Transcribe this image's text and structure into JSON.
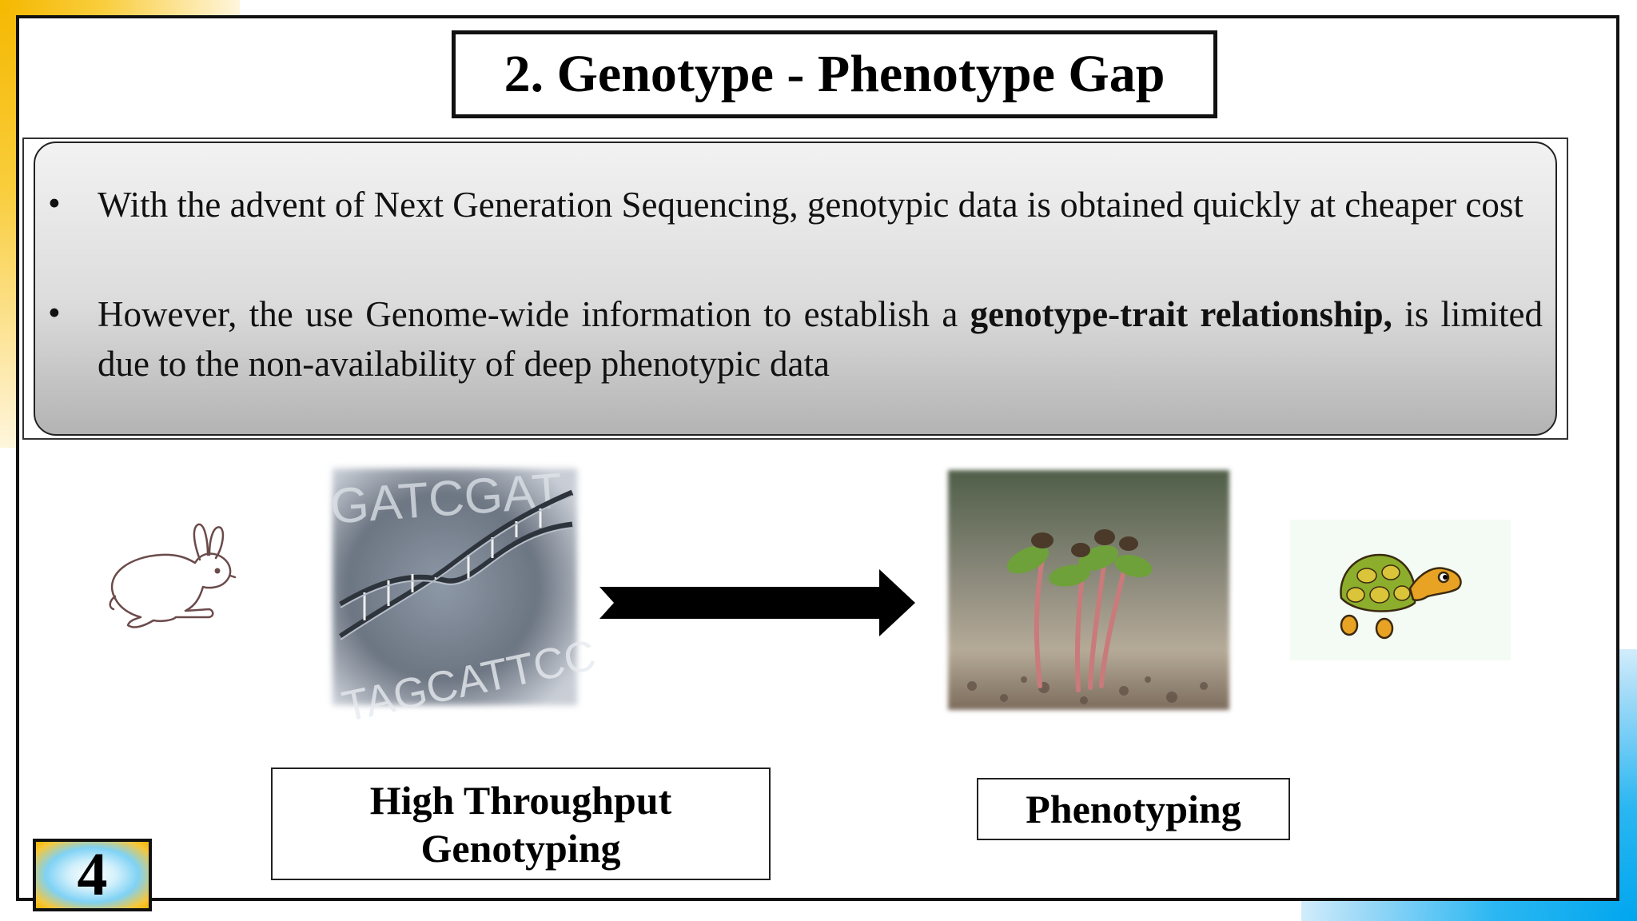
{
  "slide": {
    "title": "2. Genotype - Phenotype Gap",
    "bullets": [
      {
        "marker": "•",
        "text_before": "With the advent of Next Generation Sequencing, genotypic data is obtained quickly at cheaper cost",
        "bold": "",
        "text_after": ""
      },
      {
        "marker": "•",
        "text_before": "However, the use Genome-wide information to establish a ",
        "bold": "genotype-trait relationship,",
        "text_after": " is limited due to the non-availability of deep phenotypic data"
      }
    ],
    "labels": {
      "genotyping_line1": "High Throughput",
      "genotyping_line2": "Genotyping",
      "phenotyping": "Phenotyping"
    },
    "dna_image_text": {
      "top": "GATCGAT",
      "bottom": "TAGCATTCC"
    },
    "slide_number": "4"
  },
  "colors": {
    "accent_yellow": "#f5b800",
    "accent_blue": "#00a6ee",
    "arrow": "#000000"
  },
  "icons": [
    "rabbit-icon",
    "dna-image",
    "right-arrow-icon",
    "seedlings-image",
    "turtle-icon"
  ]
}
